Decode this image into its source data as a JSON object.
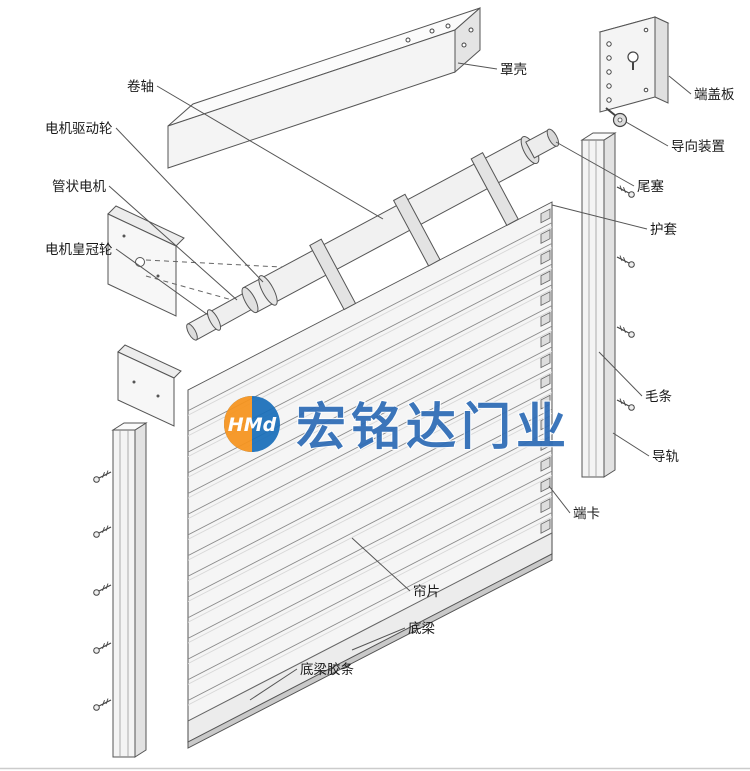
{
  "labels": {
    "roller_shaft": "卷轴",
    "motor_drive_wheel": "电机驱动轮",
    "tubular_motor": "管状电机",
    "motor_crown_wheel": "电机皇冠轮",
    "cover_shell": "罩壳",
    "end_cover_plate": "端盖板",
    "guide_device": "导向装置",
    "tail_plug": "尾塞",
    "protective_sleeve": "护套",
    "brush_strip": "毛条",
    "guide_rail": "导轨",
    "end_clip": "端卡",
    "curtain_slat": "帘片",
    "bottom_beam": "底梁",
    "bottom_beam_rubber": "底梁胶条"
  },
  "watermark": {
    "logo_text": "HMd",
    "brand_text": "宏铭达门业",
    "brand_color": "#2e6cb6",
    "logo_blue": "#1a6fba",
    "logo_orange": "#f7941d"
  }
}
